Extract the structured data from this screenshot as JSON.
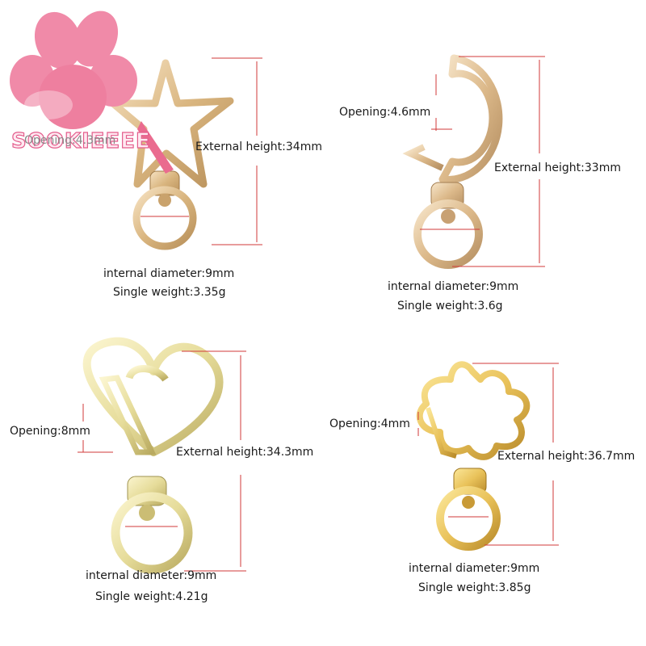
{
  "watermark": "SOOKIEEEE",
  "products": [
    {
      "shape": "star",
      "opening": "Opening:4.3mm",
      "external_height": "External height:34mm",
      "internal_diameter": "internal diameter:9mm",
      "single_weight": "Single weight:3.35g",
      "metal_color": "#d9b57f"
    },
    {
      "shape": "moon",
      "opening": "Opening:4.6mm",
      "external_height": "External height:33mm",
      "internal_diameter": "internal diameter:9mm",
      "single_weight": "Single weight:3.6g",
      "metal_color": "#dcb98a"
    },
    {
      "shape": "heart",
      "opening": "Opening:8mm",
      "external_height": "External height:34.3mm",
      "internal_diameter": "internal diameter:9mm",
      "single_weight": "Single weight:4.21g",
      "metal_color": "#e6dc9a"
    },
    {
      "shape": "cherry-blossom",
      "opening": "Opening:4mm",
      "external_height": "External height:36.7mm",
      "internal_diameter": "internal diameter:9mm",
      "single_weight": "Single weight:3.85g",
      "metal_color": "#e9c25a"
    }
  ],
  "colors": {
    "dimension_line": "#d23a3a",
    "watermark_fill": "#ffe9f1",
    "watermark_stroke": "#e35d8c",
    "flower_logo": "#f08aa8"
  }
}
